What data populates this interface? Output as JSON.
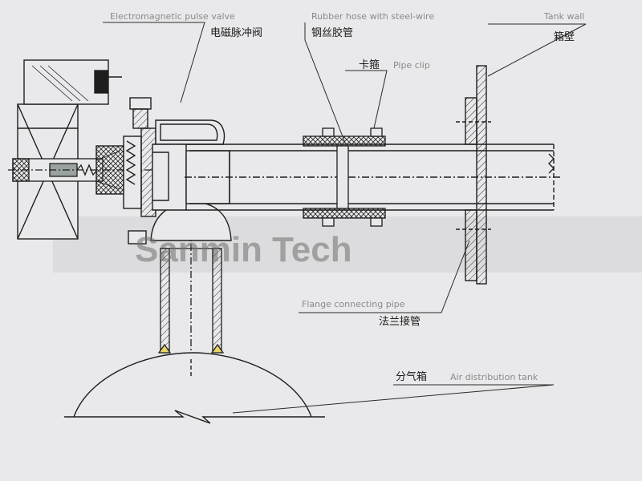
{
  "labels": {
    "pulse_valve_en": "Electromagnetic pulse valve",
    "pulse_valve_zh": "电磁脉冲阀",
    "rubber_hose_en": "Rubber hose with steel-wire",
    "rubber_hose_zh": "钢丝胶管",
    "tank_wall_en": "Tank wall",
    "tank_wall_zh": "箱壁",
    "pipe_clip_zh": "卡箍",
    "pipe_clip_en": "Pipe clip",
    "flange_pipe_en": "Flange connecting pipe",
    "flange_pipe_zh": "法兰接管",
    "air_tank_zh": "分气箱",
    "air_tank_en": "Air distribution tank"
  },
  "watermark": "Sanmin Tech",
  "colors": {
    "background": "#e9e9eb",
    "line": "#1e1e1e",
    "weld": "#e8d26a",
    "watermark_band": "#dcdcde"
  }
}
